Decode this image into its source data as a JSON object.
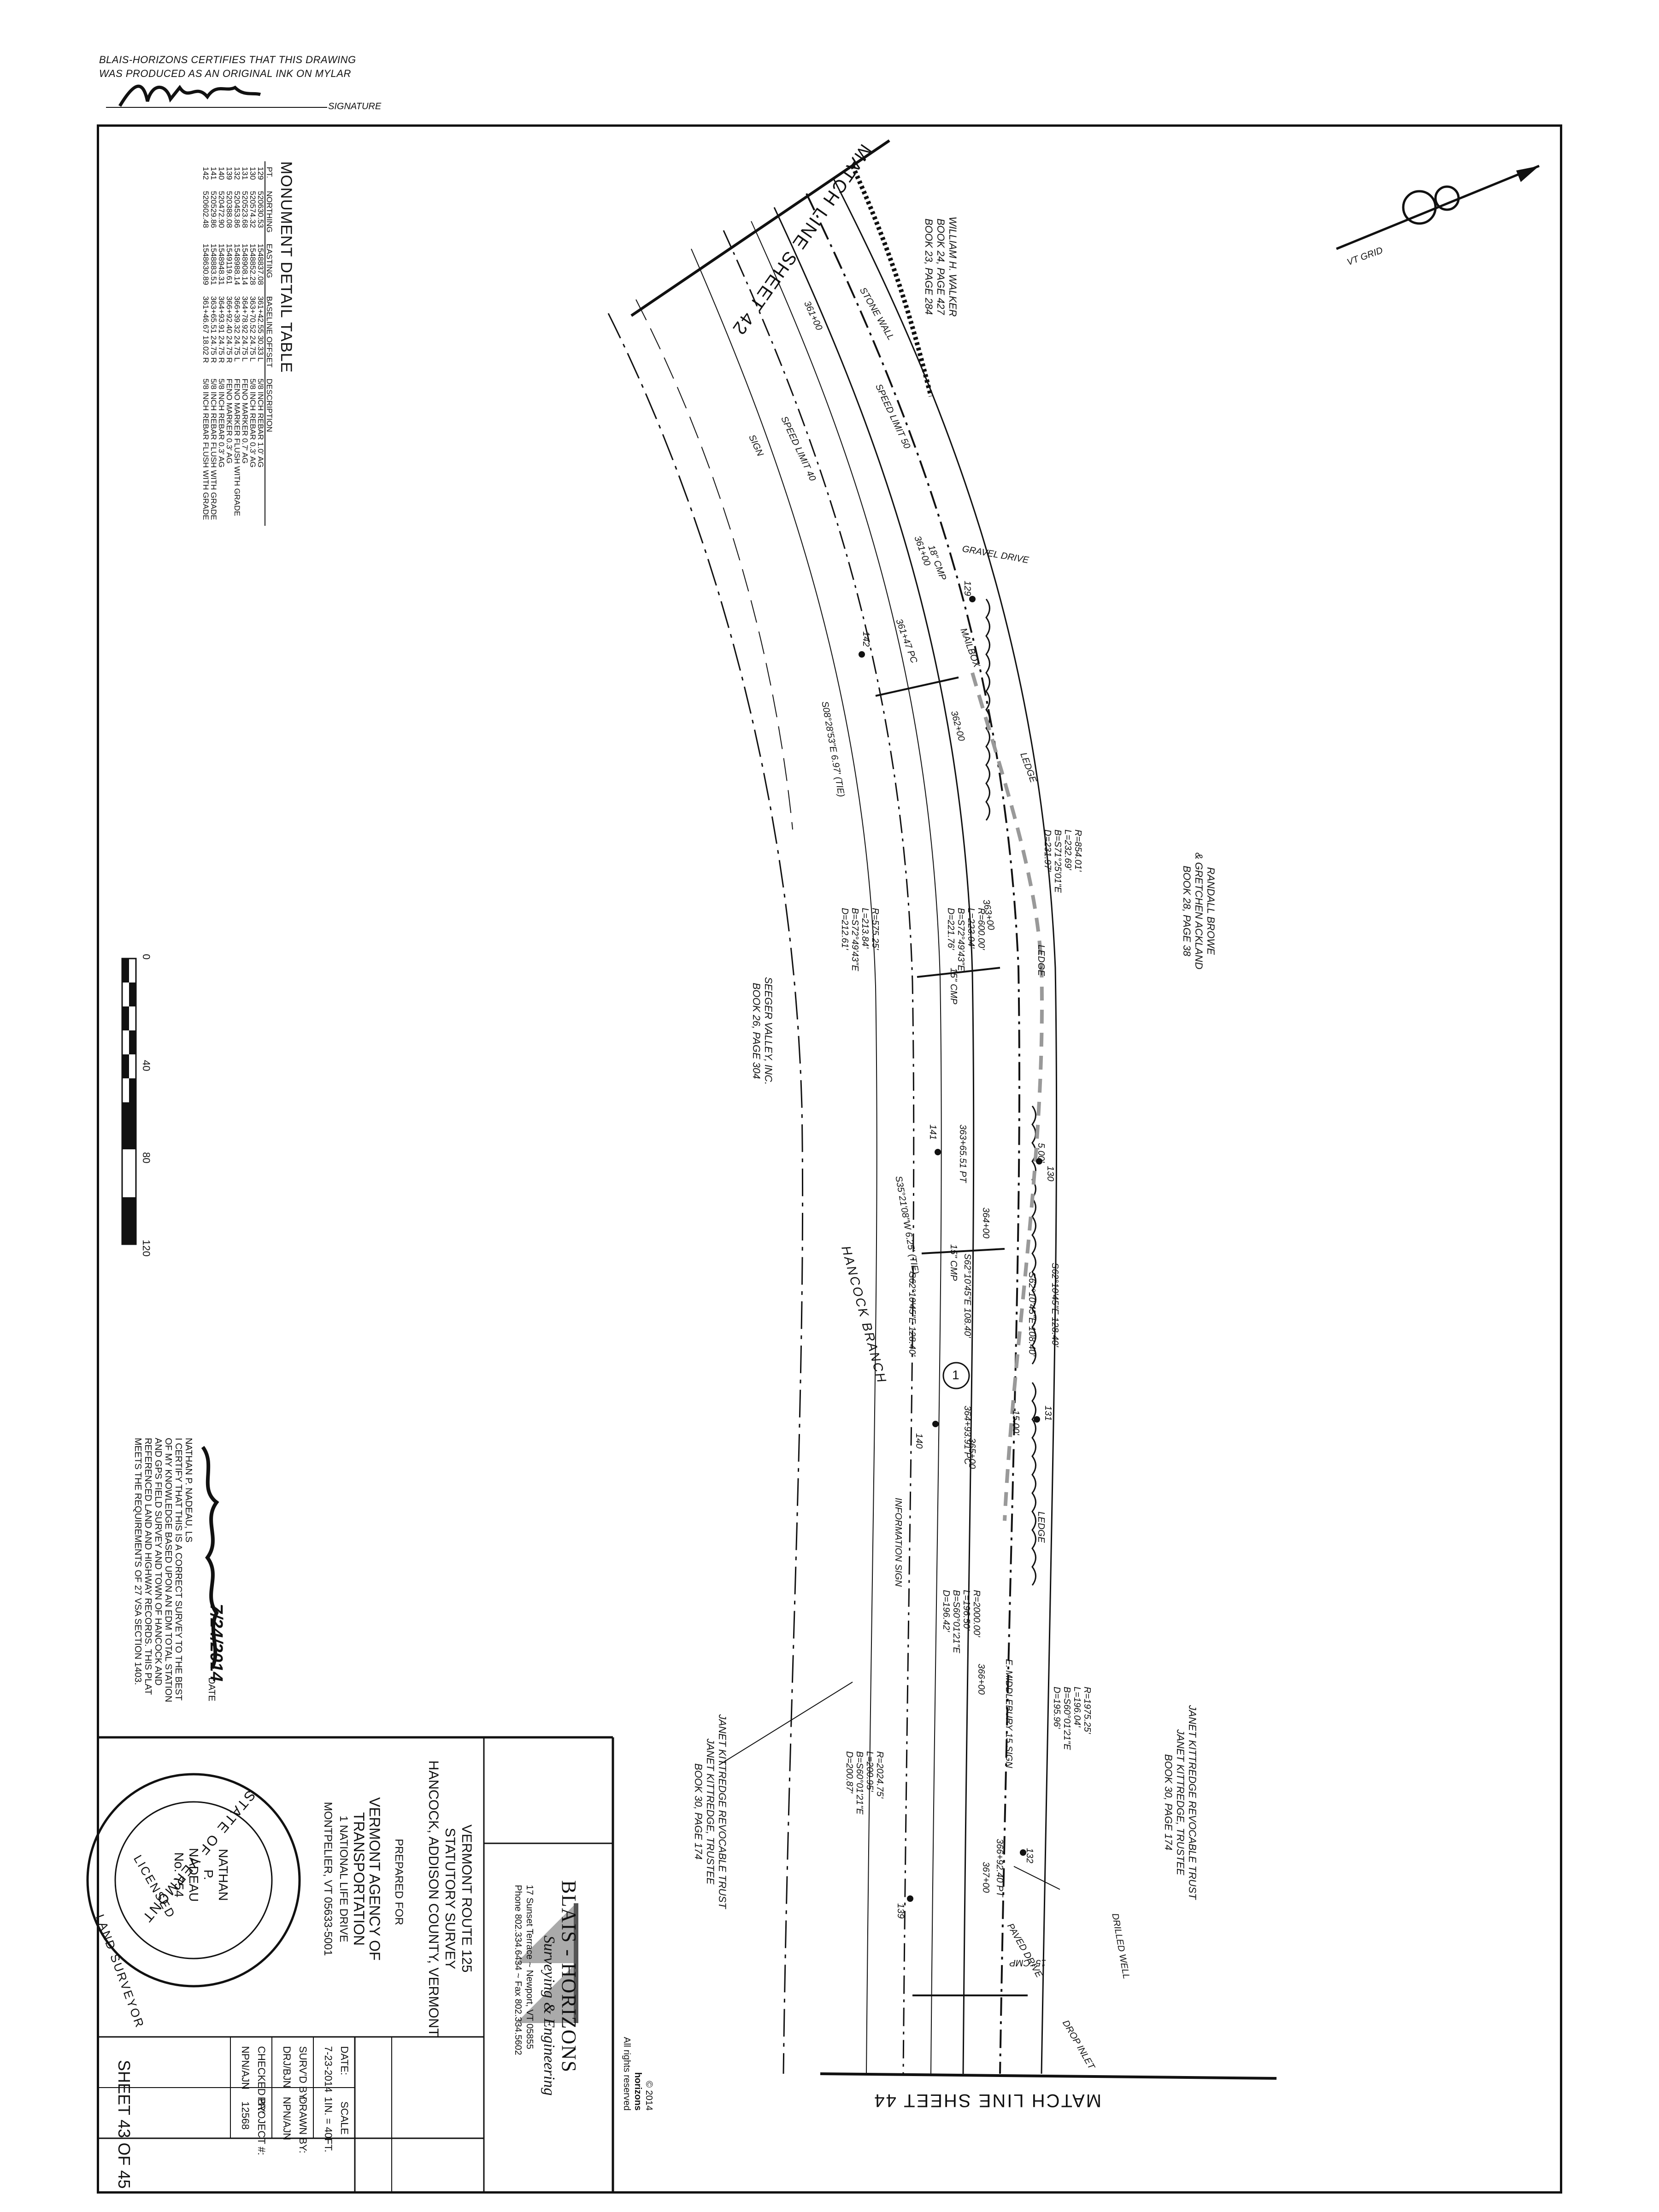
{
  "certification": {
    "line1": "BLAIS-HORIZONS CERTIFIES THAT THIS DRAWING",
    "line2": "WAS PRODUCED AS AN ORIGINAL INK ON MYLAR",
    "signature_label": "SIGNATURE"
  },
  "north_arrow": {
    "label": "VT GRID"
  },
  "match_lines": {
    "top": "MATCH LINE SHEET 42",
    "bottom": "MATCH LINE SHEET 44"
  },
  "monument_table": {
    "title": "MONUMENT DETAIL TABLE",
    "headers": [
      "PT.",
      "NORTHING",
      "EASTING",
      "BASELINE OFFSET",
      "DESCRIPTION"
    ],
    "rows": [
      [
        "129",
        "520630.53",
        "1548837.08",
        "361+42.55 30.33 L",
        "5/8 INCH REBAR 1.0' AG"
      ],
      [
        "130",
        "520574.32",
        "1548852.28",
        "363+70.52 24.75 L",
        "5/8 INCH REBAR 0.3' AG"
      ],
      [
        "131",
        "520523.68",
        "1548908.14",
        "364+78.92 24.75 L",
        "FENO MARKER 0.7' AG"
      ],
      [
        "132",
        "520453.86",
        "1548988.14",
        "366+39.32 24.75 L",
        "FENO MARKER FLUSH WITH GRADE"
      ],
      [
        "139",
        "520388.08",
        "1549119.61",
        "366+92.40 24.75 R",
        "FENO MARKER 0.3' AG"
      ],
      [
        "140",
        "520472.90",
        "1548948.31",
        "364+93.91 24.75 R",
        "5/8 INCH REBAR 0.3' AG"
      ],
      [
        "141",
        "520529.86",
        "1548883.51",
        "363+65.51 24.75 R",
        "5/8 INCH REBAR FLUSH WITH GRADE"
      ],
      [
        "142",
        "520602.48",
        "1548630.89",
        "361+46.67 18.02 R",
        "5/8 INCH REBAR FLUSH WITH GRADE"
      ]
    ]
  },
  "owners": {
    "walker": [
      "WILLIAM H. WALKER",
      "BOOK 24, PAGE 427",
      "BOOK 23, PAGE 284"
    ],
    "browe": [
      "RANDALL BROWE",
      "& GRETCHEN ACKLAND",
      "BOOK 28, PAGE 38"
    ],
    "seeger": [
      "SEEGER VALLEY, INC.",
      "BOOK 26, PAGE 304"
    ],
    "kittredge_left": [
      "JANET KITTREDGE REVOCABLE TRUST",
      "JANET KITTREDGE, TRUSTEE",
      "BOOK 30, PAGE 174"
    ],
    "kittredge_right": [
      "JANET KITTREDGE REVOCABLE TRUST",
      "JANET KITTREDGE, TRUSTEE",
      "BOOK 30, PAGE 174"
    ]
  },
  "plan_labels": {
    "stone_wall": "STONE WALL",
    "speed_50": "SPEED LIMIT 50",
    "speed_40": "SPEED LIMIT 40",
    "sign": "SIGN",
    "gravel_drive": "GRAVEL DRIVE",
    "ledge": "LEDGE",
    "mailbox": "MAILBOX",
    "cmp18": "18\" CMP",
    "cmp15": "15\" CMP",
    "hancock_branch": "HANCOCK BRANCH",
    "information_sign": "INFORMATION SIGN",
    "middlebury_sign": "E. MIDDLEBURY 15 SIGN",
    "drilled_well": "DRILLED WELL",
    "paved_drive": "PAVED DRIVE",
    "drop_inlet": "DROP INLET",
    "circle_id": "1",
    "sta_361": "361+00",
    "sta_362": "362+00",
    "sta_363": "363+00",
    "sta_364": "364+00",
    "sta_365": "365+00",
    "sta_366": "366+00",
    "sta_367": "367+00",
    "pc1": "361+47 PC",
    "pt1": "363+65.51 PT",
    "pc2": "364+93.91 PC",
    "pt2": "366+92.40 PT",
    "tie1": "S08°28'53\"E 6.97' (TIE)",
    "tie2": "S35°21'08\"W 6.25' (TIE)",
    "brg1": "S62°10'45\"E 128.40'",
    "brg2": "S62°10'45\"E 108.40'",
    "curve_a": [
      "R=854.01'",
      "L=232.69'",
      "B=S71°25'01\"E",
      "D=231.97'"
    ],
    "curve_b": [
      "R=600.00'",
      "L=223.04'",
      "B=S72°49'43\"E",
      "D=221.76'"
    ],
    "curve_c": [
      "R=575.25'",
      "L=213.84'",
      "B=S72°49'43\"E",
      "D=212.61'"
    ],
    "curve_d": [
      "R=2000.00'",
      "L=196.50'",
      "B=S60°01'21\"E",
      "D=196.42'"
    ],
    "curve_e": [
      "R=1975.25'",
      "L=196.04'",
      "B=S60°01'21\"E",
      "D=195.96'"
    ],
    "curve_f": [
      "R=2024.75'",
      "L=200.95'",
      "B=S60°01'21\"E",
      "D=200.87'"
    ],
    "pts": [
      "129",
      "130",
      "131",
      "132",
      "139",
      "140",
      "141",
      "142"
    ],
    "offset1": "5.00'",
    "offset2": "15.00'"
  },
  "scale_bar": {
    "ticks": [
      "0",
      "40",
      "80",
      "120"
    ]
  },
  "surveyor": {
    "name": "NATHAN P. NADEAU, LS",
    "date_label": "DATE",
    "date_value": "7/24/2014",
    "cert": [
      "I CERTIFY THAT THIS IS A CORRECT SURVEY TO THE BEST",
      "OF MY KNOWLEDGE BASED UPON AN EDM TOTAL STATION",
      "AND GPS FIELD SURVEY AND TOWN OF HANCOCK AND",
      "REFERENCED LAND AND HIGHWAY RECORDS. THIS PLAT",
      "MEETS THE REQUIREMENTS OF 27 VSA SECTION 1403."
    ]
  },
  "title_block": {
    "copyright": [
      "© 2014",
      "horizons",
      "All rights reserved"
    ],
    "firm": "BLAIS - HORIZONS",
    "firm_sub": "Surveying & Engineering",
    "address": "17 Sunset Terrace ~ Newport, VT 05855",
    "phone": "Phone 802.334.6434 ~ Fax 802.334.5602",
    "project": [
      "VERMONT ROUTE 125",
      "STATUTORY SURVEY",
      "HANCOCK, ADDISON COUNTY, VERMONT"
    ],
    "prepared_for": "PREPARED FOR",
    "client": [
      "VERMONT AGENCY OF",
      "TRANSPORTATION",
      "1 NATIONAL LIFE DRIVE",
      "MONTPELIER, VT 05633-5001"
    ],
    "date_label": "DATE:",
    "date": "7-23-2014",
    "scale_label": "SCALE",
    "scale": "1IN. = 40FT.",
    "survd_label": "SURV'D BY:",
    "survd": "DRJ/BJN",
    "drawn_label": "DRAWN BY:",
    "drawn": "NPN/AJN",
    "checked_label": "CHECKED BY:",
    "checked": "NPN/AJN",
    "project_label": "PROJECT #:",
    "project_no": "12568",
    "sheet": "SHEET 43 OF 45",
    "seal": [
      "STATE OF VERMONT",
      "NATHAN",
      "P.",
      "NADEAU",
      "No. 754",
      "LICENSED",
      "LAND SURVEYOR"
    ]
  }
}
